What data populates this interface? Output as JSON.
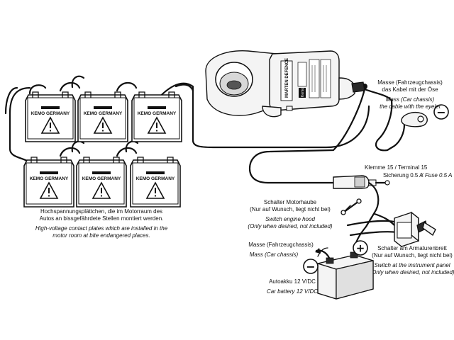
{
  "plates": {
    "brand": "KEMO GERMANY",
    "caption_de_1": "Hochspannungsplättchen, die im Motorraum des",
    "caption_de_2": "Autos an bissgefährdete Stellen montiert werden.",
    "caption_en_1": "High-voltage contact plates which are installed in the",
    "caption_en_2": "motor room at bite endangered places."
  },
  "device": {
    "brand": "MARTEN DEFENCE",
    "maker": "Kemo"
  },
  "ground_chassis": {
    "de_1": "Masse (Fahrzeugchassis)",
    "de_2": "das Kabel mit der Öse",
    "en_1": "Mass (Car chassis)",
    "en_2": "the cable with the eyelet",
    "sign": "−"
  },
  "terminal": {
    "label": "Klemme 15  / Terminal 15"
  },
  "fuse": {
    "de": "Sicherung 0.5 A",
    "en": "Fuse 0.5 A"
  },
  "hood_switch": {
    "de_1": "Schalter Motorhaube",
    "de_2": "(Nur auf Wunsch, liegt nicht bei)",
    "en_1": "Switch engine hood",
    "en_2": "(Only when desired, not included)"
  },
  "panel_switch": {
    "de_1": "Schalter am Armaturenbrett",
    "de_2": "(Nur auf Wunsch, liegt nicht bei)",
    "en_1": "Switch at the instrument panel",
    "en_2": "(Only when desired, not included)"
  },
  "battery_mass": {
    "de": "Masse (Fahrzeugchassis)",
    "en": "Mass (Car chassis)",
    "sign": "−"
  },
  "battery": {
    "de": "Autoakku 12 V/DC",
    "en": "Car battery 12 V/DC",
    "plus": "+"
  }
}
